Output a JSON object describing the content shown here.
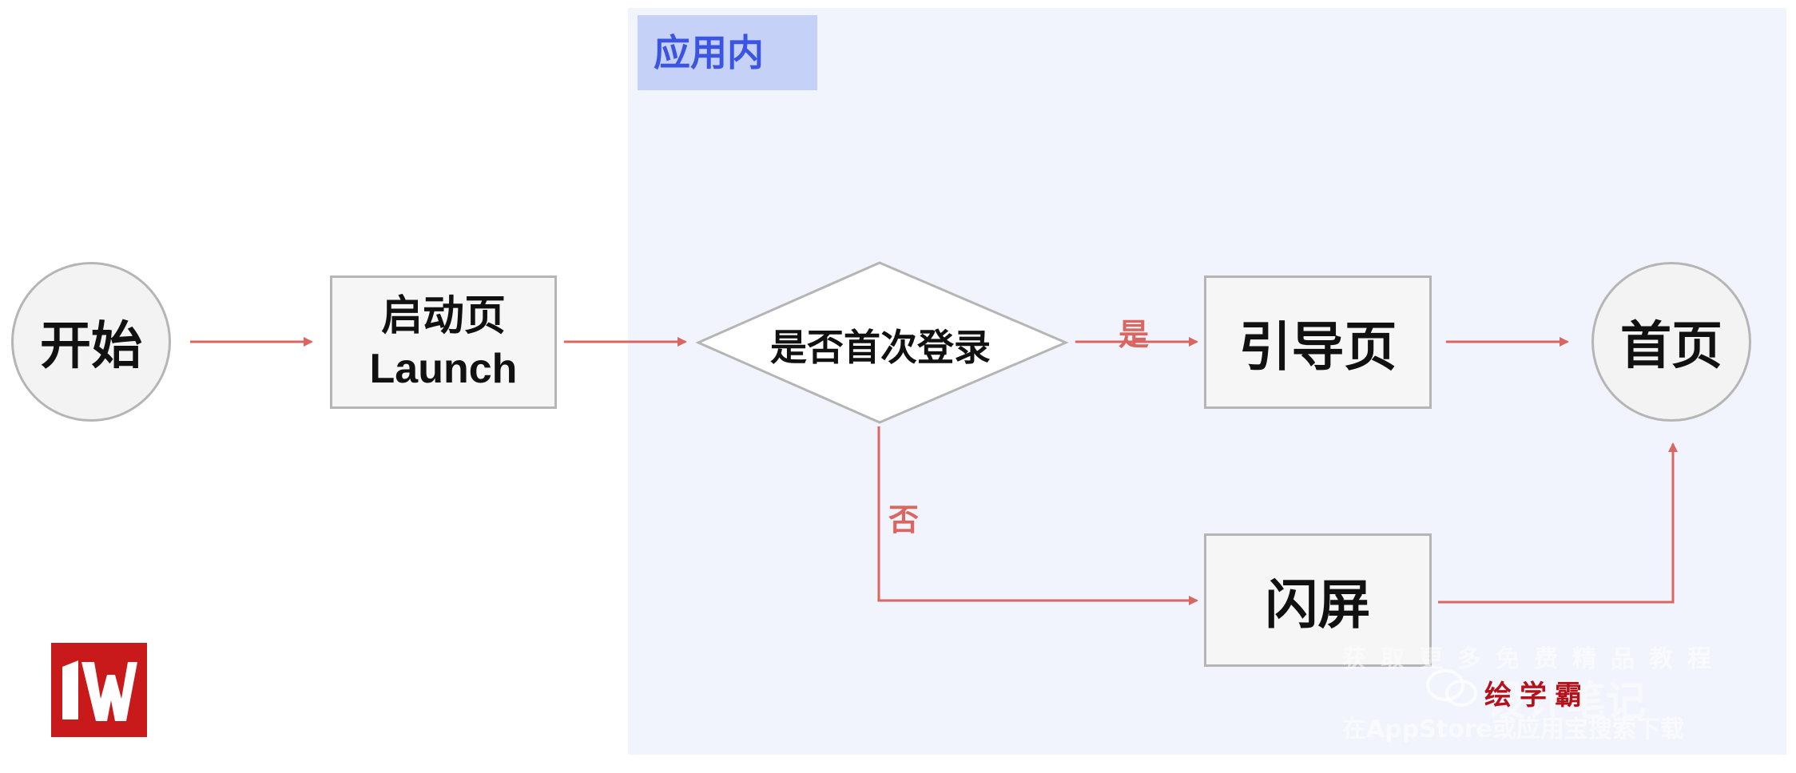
{
  "region": {
    "label": "应用内",
    "fill": "#f1f4fc",
    "tag_fill": "#c5d1f7",
    "tag_color": "#3b55e0"
  },
  "nodes": {
    "start": "开始",
    "launch": {
      "line1": "启动页",
      "line2": "Launch"
    },
    "decision": "是否首次登录",
    "guide": "引导页",
    "home": "首页",
    "splash": "闪屏"
  },
  "edge_labels": {
    "yes": "是",
    "no": "否"
  },
  "colors": {
    "arrow": "#d9665f",
    "border": "#b5b5b5"
  },
  "watermark": {
    "line1": "获取更多免费精品教程",
    "brand": "绘学霸",
    "title": "设计笔记",
    "line3": "在AppStore或应用宝搜索下载"
  },
  "logo": {
    "name": "w-logo-icon",
    "color": "#c81a1a"
  }
}
